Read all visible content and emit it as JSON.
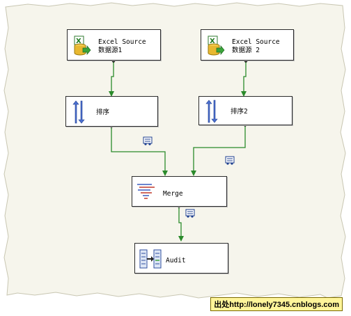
{
  "colors": {
    "canvas_background": "#f6f5ec",
    "path_line": "#2a8a2a",
    "credit_background": "#fff59a"
  },
  "components": [
    {
      "id": "src1",
      "title": "Excel Source",
      "subtitle": "数据源1",
      "icon": "excel-source-icon"
    },
    {
      "id": "src2",
      "title": "Excel Source",
      "subtitle": "数据源 2",
      "icon": "excel-source-icon"
    },
    {
      "id": "sort1",
      "title": "排序",
      "icon": "sort-icon"
    },
    {
      "id": "sort2",
      "title": "排序2",
      "icon": "sort-icon"
    },
    {
      "id": "merge",
      "title": "Merge",
      "icon": "merge-icon"
    },
    {
      "id": "audit",
      "title": "Audit",
      "icon": "audit-icon"
    }
  ],
  "credit": "出处http://lonely7345.cnblogs.com"
}
